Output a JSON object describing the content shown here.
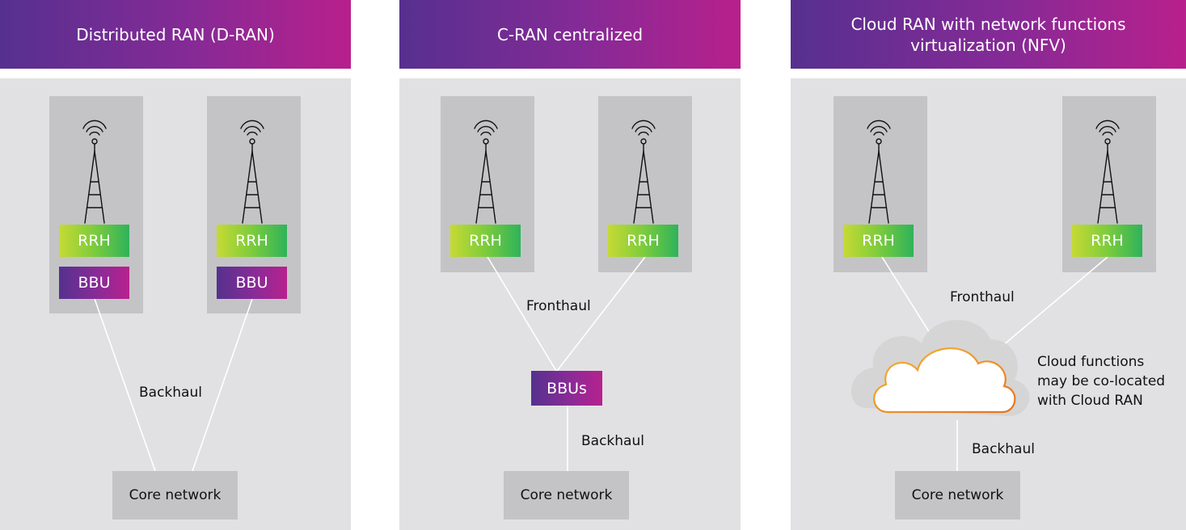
{
  "panels": [
    {
      "title": "Distributed RAN (D-RAN)",
      "site_labels": [
        "RRH",
        "RRH"
      ],
      "bbu_labels": [
        "BBU",
        "BBU"
      ],
      "link_label": "Backhaul",
      "core_label": "Core network"
    },
    {
      "title": "C-RAN centralized",
      "site_labels": [
        "RRH",
        "RRH"
      ],
      "fronthaul_label": "Fronthaul",
      "bbus_label": "BBUs",
      "backhaul_label": "Backhaul",
      "core_label": "Core network"
    },
    {
      "title": "Cloud RAN with network functions virtualization (NFV)",
      "site_labels": [
        "RRH",
        "RRH"
      ],
      "fronthaul_label": "Fronthaul",
      "cloud_note": "Cloud functions may be co-located with Cloud RAN",
      "backhaul_label": "Backhaul",
      "core_label": "Core network"
    }
  ],
  "colors": {
    "header_gradient": [
      "#56308f",
      "#b8208c"
    ],
    "rrh_gradient": [
      "#c6da34",
      "#2eb35a"
    ],
    "cloud_outline": [
      "#f5b335",
      "#e9721e"
    ],
    "panel_bg": "#e1e1e3",
    "site_bg": "#c4c4c6"
  },
  "icons": [
    "cell-tower-icon",
    "cloud-icon"
  ]
}
